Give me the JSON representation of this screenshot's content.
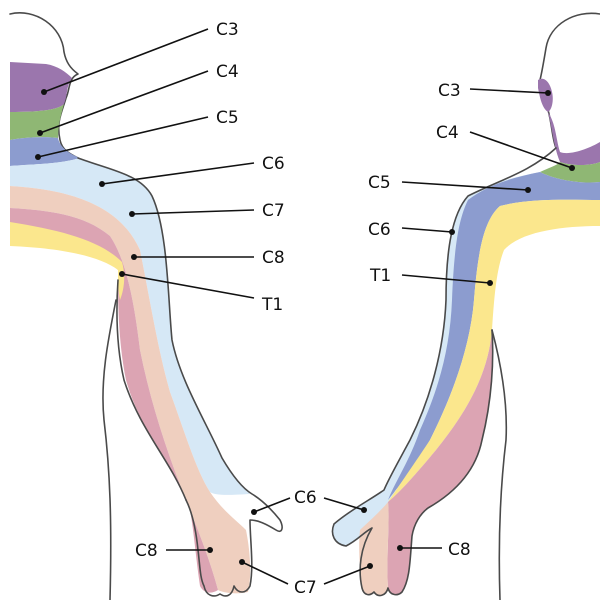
{
  "colors": {
    "C3": "#9b76ad",
    "C4": "#8fb774",
    "C5": "#8c9ccf",
    "C6": "#d6e8f6",
    "C7": "#efcfbf",
    "C8": "#dca4b3",
    "T1": "#fbe78d",
    "outline": "#4a4a4a"
  },
  "left_view": {
    "labels": {
      "c3": "C3",
      "c4": "C4",
      "c5": "C5",
      "c6": "C6",
      "c7": "C7",
      "c8": "C8",
      "t1": "T1"
    },
    "hand_labels": {
      "c6": "C6",
      "c7": "C7",
      "c8": "C8"
    }
  },
  "right_view": {
    "labels": {
      "c3": "C3",
      "c4": "C4",
      "c5": "C5",
      "c6": "C6",
      "t1": "T1"
    },
    "hand_labels": {
      "c8": "C8"
    }
  }
}
